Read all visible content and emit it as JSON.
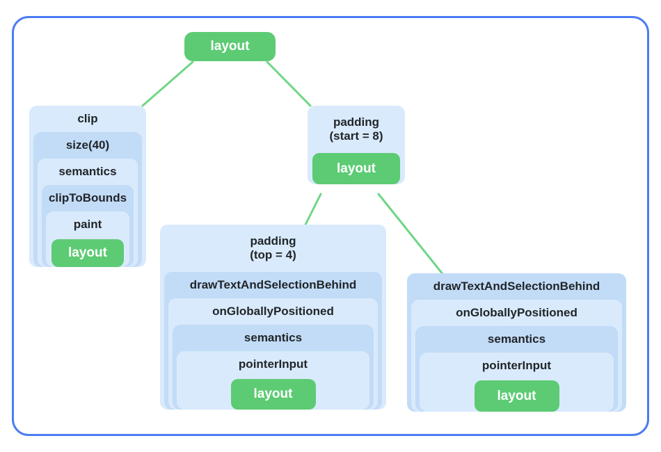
{
  "diagram": {
    "description": "modifier-tree",
    "root": {
      "label": "layout"
    },
    "groups": {
      "clip": {
        "title": "clip",
        "levels": [
          "size(40)",
          "semantics",
          "clipToBounds",
          "paint"
        ],
        "leaf": "layout"
      },
      "padding_start": {
        "title_line1": "padding",
        "title_line2": "(start = 8)",
        "leaf": "layout"
      },
      "padding_top": {
        "title_line1": "padding",
        "title_line2": "(top = 4)",
        "levels": [
          "drawTextAndSelectionBehind",
          "onGloballyPositioned",
          "semantics",
          "pointerInput"
        ],
        "leaf": "layout"
      },
      "draw_text": {
        "levels": [
          "drawTextAndSelectionBehind",
          "onGloballyPositioned",
          "semantics",
          "pointerInput"
        ],
        "leaf": "layout"
      }
    },
    "colors": {
      "frame_border": "#4b7cf3",
      "node_light": "#d9eafc",
      "node_dark": "#c2dcf7",
      "leaf_green": "#5dcb74",
      "connector_green": "#6fd685",
      "text": "#212529",
      "leaf_text": "#ffffff"
    }
  }
}
